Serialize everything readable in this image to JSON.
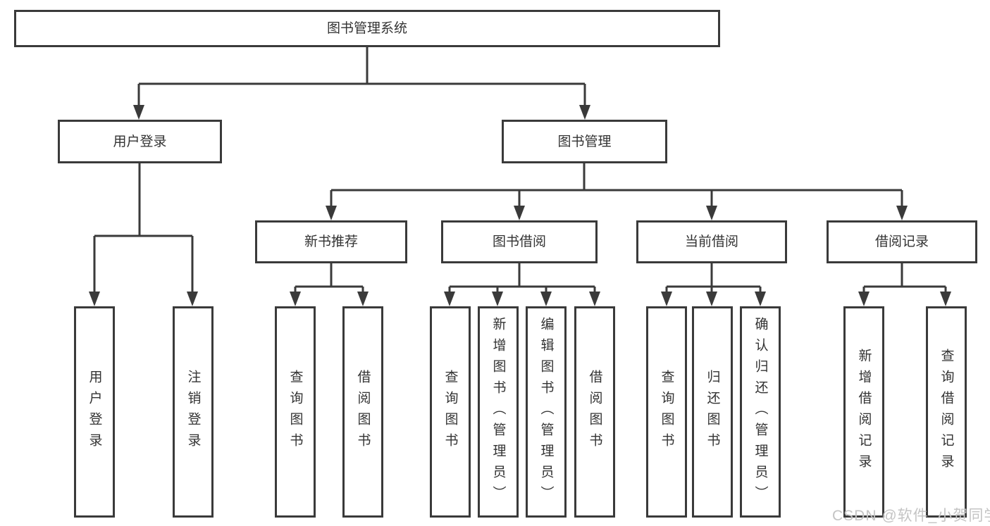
{
  "page": {
    "background_color": "#ffffff",
    "line_color": "#3a3a3a",
    "text_color": "#333333",
    "watermark_color": "#c4c4c4"
  },
  "diagram": {
    "root": {
      "label": "图书管理系统"
    },
    "branches": [
      {
        "label": "用户登录",
        "children": [
          {
            "label": "用户登录"
          },
          {
            "label": "注销登录"
          }
        ]
      },
      {
        "label": "图书管理",
        "children": [
          {
            "label": "新书推荐",
            "children": [
              {
                "label": "查询图书"
              },
              {
                "label": "借阅图书"
              }
            ]
          },
          {
            "label": "图书借阅",
            "children": [
              {
                "label": "查询图书"
              },
              {
                "label": "新增图书（管理员）"
              },
              {
                "label": "编辑图书（管理员）"
              },
              {
                "label": "借阅图书"
              }
            ]
          },
          {
            "label": "当前借阅",
            "children": [
              {
                "label": "查询图书"
              },
              {
                "label": "归还图书"
              },
              {
                "label": "确认归还（管理员）"
              }
            ]
          },
          {
            "label": "借阅记录",
            "children": [
              {
                "label": "新增借阅记录"
              },
              {
                "label": "查询借阅记录"
              }
            ]
          }
        ]
      }
    ]
  },
  "watermark": {
    "text": "CSDN @软件_小贺同学"
  }
}
